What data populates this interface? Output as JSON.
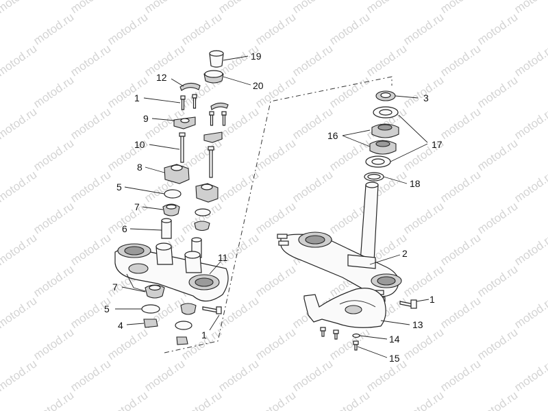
{
  "watermark": {
    "text": "motod.ru"
  },
  "callouts": {
    "c1_top": "1",
    "c12": "12",
    "c9": "9",
    "c10": "10",
    "c8": "8",
    "c5_top": "5",
    "c7_top": "7",
    "c6": "6",
    "c11": "11",
    "c7_bot": "7",
    "c5_bot": "5",
    "c4": "4",
    "c1_bot": "1",
    "c19": "19",
    "c20": "20",
    "c3": "3",
    "c16": "16",
    "c17": "17",
    "c18": "18",
    "c2": "2",
    "c1_right": "1",
    "c13": "13",
    "c14": "14",
    "c15": "15"
  }
}
